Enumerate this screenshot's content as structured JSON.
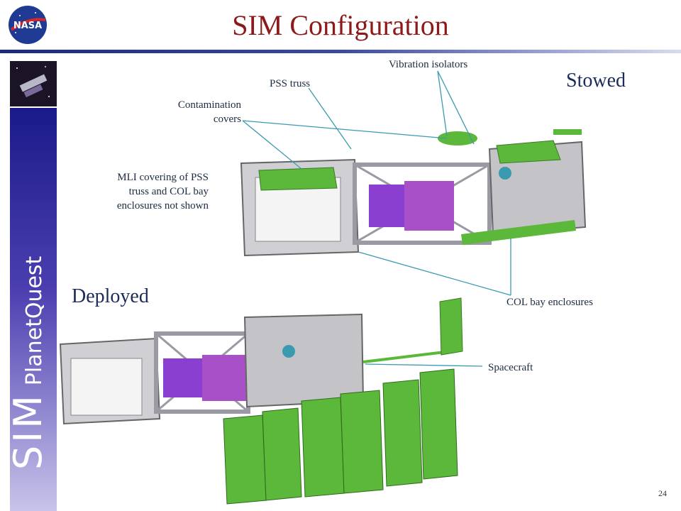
{
  "header": {
    "title": "SIM Configuration"
  },
  "logos": {
    "agency": "NASA"
  },
  "sidebar": {
    "brand_main": "SIM",
    "brand_sub": "PlanetQuest"
  },
  "labels": {
    "stowed": "Stowed",
    "deployed": "Deployed",
    "vibration_isolators": "Vibration isolators",
    "pss_truss": "PSS truss",
    "contamination_covers_line1": "Contamination",
    "contamination_covers_line2": "covers",
    "mli_line1": "MLI covering of PSS",
    "mli_line2": "truss and COL bay",
    "mli_line3": "enclosures not shown",
    "col_bay_enclosures": "COL bay enclosures",
    "spacecraft": "Spacecraft"
  },
  "footer": {
    "page_number": "24"
  },
  "colors": {
    "title": "#8b1a1a",
    "heading": "#1b2b5a",
    "sidebar_top": "#1a1a8a",
    "panel_green": "#5cb83a",
    "leader_line": "#3a9bb0"
  }
}
